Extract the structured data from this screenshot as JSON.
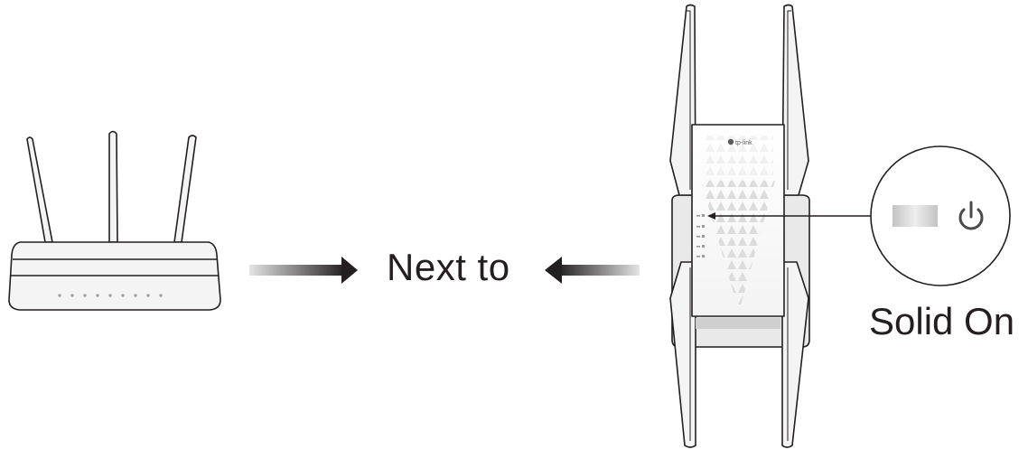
{
  "diagram": {
    "arrow_label": "Next to",
    "led_status": "Solid On",
    "brand_logo": "tp-link",
    "left_device": "router-icon",
    "right_device": "range-extender-icon",
    "callout_icon": "power-icon",
    "colors": {
      "outline": "#231f20",
      "text": "#231f20",
      "arrow_dark": "#231f20",
      "arrow_light": "#d9d9d9",
      "device_fill": "#f2f2f2",
      "led_fill": "#cfcfcf"
    }
  }
}
